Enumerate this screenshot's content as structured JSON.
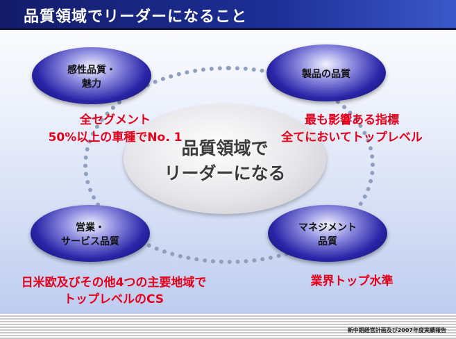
{
  "header": {
    "title": "品質領域でリーダーになること"
  },
  "center": {
    "line1": "品質領域で",
    "line2": "リーダーになる"
  },
  "nodes": {
    "top_left": {
      "line1": "感性品質・",
      "line2": "魅力"
    },
    "top_right": {
      "line1": "製品の品質"
    },
    "bottom_left": {
      "line1": "営業・",
      "line2": "サービス品質"
    },
    "bottom_right": {
      "line1": "マネジメント",
      "line2": "品質"
    }
  },
  "targets": {
    "top_left": {
      "line1": "全セグメント",
      "line2": "50%以上の車種でNo. 1"
    },
    "top_right": {
      "line1": "最も影響ある指標",
      "line2": "全てにおいてトップレベル"
    },
    "bottom_left": {
      "line1": "日米欧及びその他4つの主要地域で",
      "line2": "トップレベルのCS"
    },
    "bottom_right": {
      "line1": "業界トップ水準"
    }
  },
  "footer": {
    "text": "新中期経営計画及び2007年度実績報告"
  },
  "colors": {
    "header": "#1d2f96",
    "target_text": "#e3001b",
    "node": "#2a25a8"
  }
}
